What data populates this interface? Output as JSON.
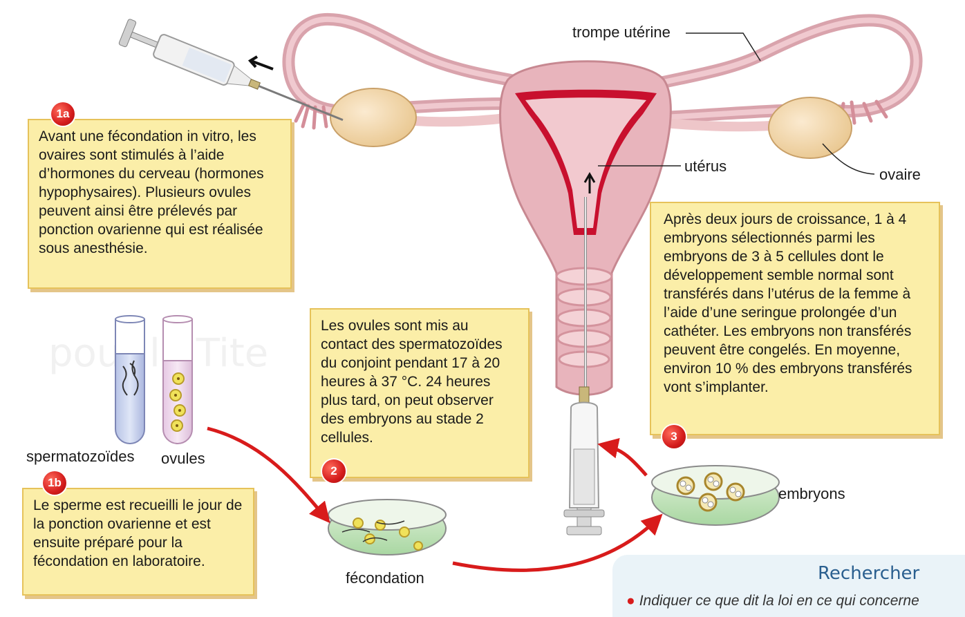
{
  "labels": {
    "trompe": "trompe utérine",
    "uterus": "utérus",
    "ovaire": "ovaire",
    "spermatozoides": "spermatozoïdes",
    "ovules": "ovules",
    "fecondation": "fécondation",
    "embryons": "embryons"
  },
  "steps": {
    "s1a": {
      "num": "1a",
      "text": "Avant une fécondation in vitro, les ovaires sont stimulés à l’aide d’hormones du cerveau (hormones hypophysaires). Plusieurs ovules peuvent ainsi être prélevés par ponction ovarienne qui est réalisée sous anesthésie."
    },
    "s1b": {
      "num": "1b",
      "text": "Le sperme est recueilli le jour de la ponction ovarienne et est ensuite préparé pour la fécondation en laboratoire."
    },
    "s2": {
      "num": "2",
      "text": "Les ovules sont mis au contact des spermatozoïdes du conjoint pendant 17 à 20 heures à 37 °C. 24 heures plus tard, on peut observer des embryons au stade 2 cellules."
    },
    "s3": {
      "num": "3",
      "text": "Après deux jours de croissance, 1 à 4 embryons sélectionnés parmi les embryons de 3 à 5 cellules dont le développement semble normal sont transférés dans l’utérus de la femme à l’aide d’une seringue prolongée d’un cathéter. Les embryons non transférés peuvent être congelés. En moyenne, environ 10 % des embryons transférés vont s’implanter."
    }
  },
  "rechercher": {
    "title": "Rechercher",
    "item": "Indiquer ce que dit la loi en ce qui concerne"
  },
  "colors": {
    "box_fill": "#fbeea8",
    "box_border": "#e6c25a",
    "accent_red": "#d81b1b",
    "organ_pink": "#e8b4bc",
    "endometrium": "#c8102e",
    "ovary": "#f3d9a6"
  }
}
